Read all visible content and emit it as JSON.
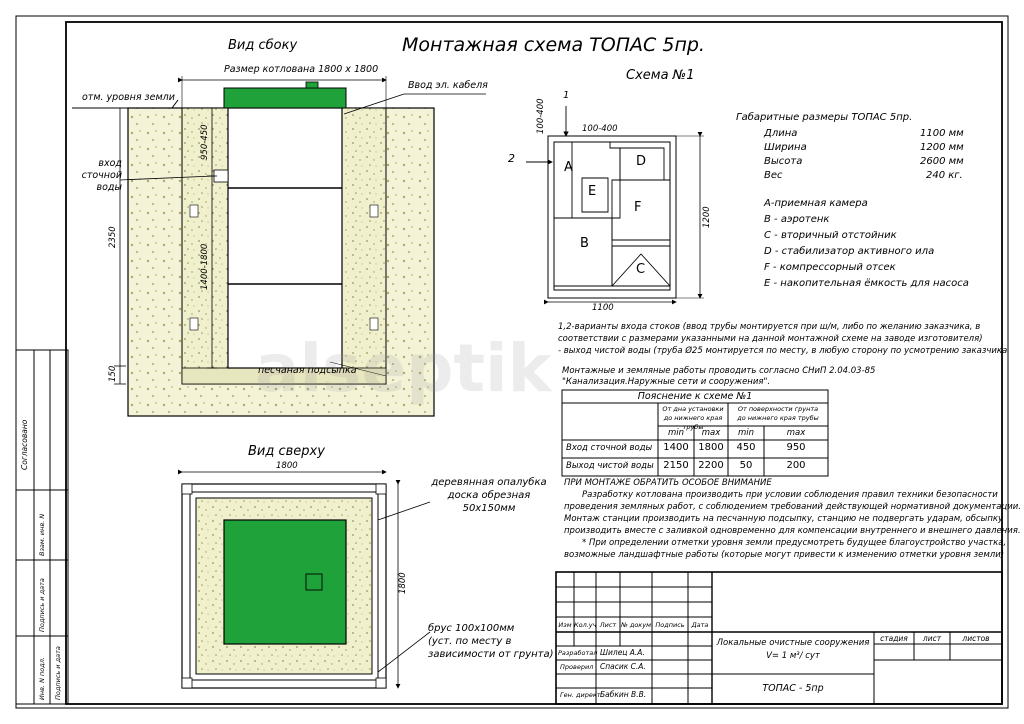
{
  "title": "Монтажная схема ТОПАС 5пр.",
  "side_view": {
    "title": "Вид сбоку",
    "pit_size": "Размер котлована 1800 х 1800",
    "cable_inlet": "Ввод эл. кабеля",
    "ground_level": "отм. уровня земли",
    "sewage_inlet": "вход\nсточной\nводы",
    "dim_total": "2350",
    "dim_upper": "950-450",
    "dim_middle": "1400-1800",
    "dim_bottom": "150",
    "sand": "песчаная подсыпка"
  },
  "top_view": {
    "title": "Вид сверху",
    "dim_width": "1800",
    "dim_height": "1800",
    "formwork": "деревянная опалубка\nдоска обрезная\n50х150мм",
    "beam": "брус 100х100мм\n(уст. по месту в\nзависимости от грунта)"
  },
  "scheme1": {
    "title": "Схема №1",
    "label_1": "1",
    "label_2": "2",
    "dim_100_400": "100-400",
    "dim_100_400_vert": "100-400",
    "dim_1200": "1200",
    "dim_1100": "1100",
    "chambers": [
      "A",
      "B",
      "C",
      "D",
      "E",
      "F"
    ]
  },
  "dimensions": {
    "title": "Габаритные размеры ТОПАС 5пр.",
    "rows": [
      {
        "name": "Длина",
        "value": "1100 мм"
      },
      {
        "name": "Ширина",
        "value": "1200 мм"
      },
      {
        "name": "Высота",
        "value": "2600 мм"
      },
      {
        "name": "Вес",
        "value": "240 кг."
      }
    ]
  },
  "legend": [
    "A-приемная  камера",
    "B - аэротенк",
    "C - вторичный отстойник",
    "D - стабилизатор активного  ила",
    "F  - компрессорный отсек",
    "E - накопительная ёмкость для насоса"
  ],
  "notes": {
    "line1": "1,2-варианты входа  стоков (ввод трубы монтируется при ш/м, либо по желанию заказчика, в",
    "line2": "соответствии с размерами указанными на данной монтажной схеме на заводе изготовителя)",
    "line3": "- выход чистой воды (труба Ø25 монтируется по месту, в любую сторону по усмотрению заказчика",
    "snip1": "Монтажные и земляные работы проводить согласно СНиП 2.04.03-85",
    "snip2": "\"Канализация.Наружные сети и сооружения\"."
  },
  "table": {
    "title": "Пояснение к схеме №1",
    "col_a": "От дна установки\nдо нижнего края трубы",
    "col_b": "От поверхности грунта\nдо нижнего края трубы",
    "min": "min",
    "max": "max",
    "rows": [
      {
        "label": "Вход сточной воды",
        "a_min": "1400",
        "a_max": "1800",
        "b_min": "450",
        "b_max": "950"
      },
      {
        "label": "Выход чистой воды",
        "a_min": "2150",
        "a_max": "2200",
        "b_min": "50",
        "b_max": "200"
      }
    ]
  },
  "attention": {
    "title": "ПРИ МОНТАЖЕ ОБРАТИТЬ ОСОБОЕ ВНИМАНИЕ",
    "lines": [
      "Разработку котлована производить при условии соблюдения правил техники безопасности",
      "проведения земляных работ, с соблюдением требований действующей нормативной документации.",
      "Монтаж станции производить на песчанную подсыпку, станцию не подвергать ударам, обсыпку",
      "производить вместе с заливкой одновременно для компенсации внутреннего и внешнего давления.",
      "* При определении отметки уровня земли предусмотреть будущее благоустройство участка,",
      "возможные ландшафтные работы (которые могут привести к изменению отметки уровня земли)"
    ]
  },
  "stamp": {
    "headers": [
      "Изм",
      "Кол.уч",
      "Лист",
      "№ докум",
      "Подпись",
      "Дата"
    ],
    "roles": [
      {
        "role": "Разработал",
        "name": "Шилец А.А."
      },
      {
        "role": "Проверил",
        "name": "Спасик С.А."
      },
      {
        "role": "Ген. директ.",
        "name": "Бабкин В.В."
      }
    ],
    "object_line1": "Локальные очистные сооружения",
    "object_line2": "V= 1 м³/ сут",
    "product": "ТОПАС - 5пр",
    "stage": "стадия",
    "sheet": "лист",
    "sheets": "листов"
  },
  "side_strip": {
    "agreed": "Согласовано",
    "inv_zam": "Взам. инв. N",
    "sign_date_1": "Подпись и дата",
    "inv_podl": "Инв. N подл.",
    "sign_date_2": "Подпись и дата"
  },
  "watermark": "alseptik",
  "colors": {
    "station_green": "#1fa23a",
    "sand_fill": "#f1f0cd"
  }
}
